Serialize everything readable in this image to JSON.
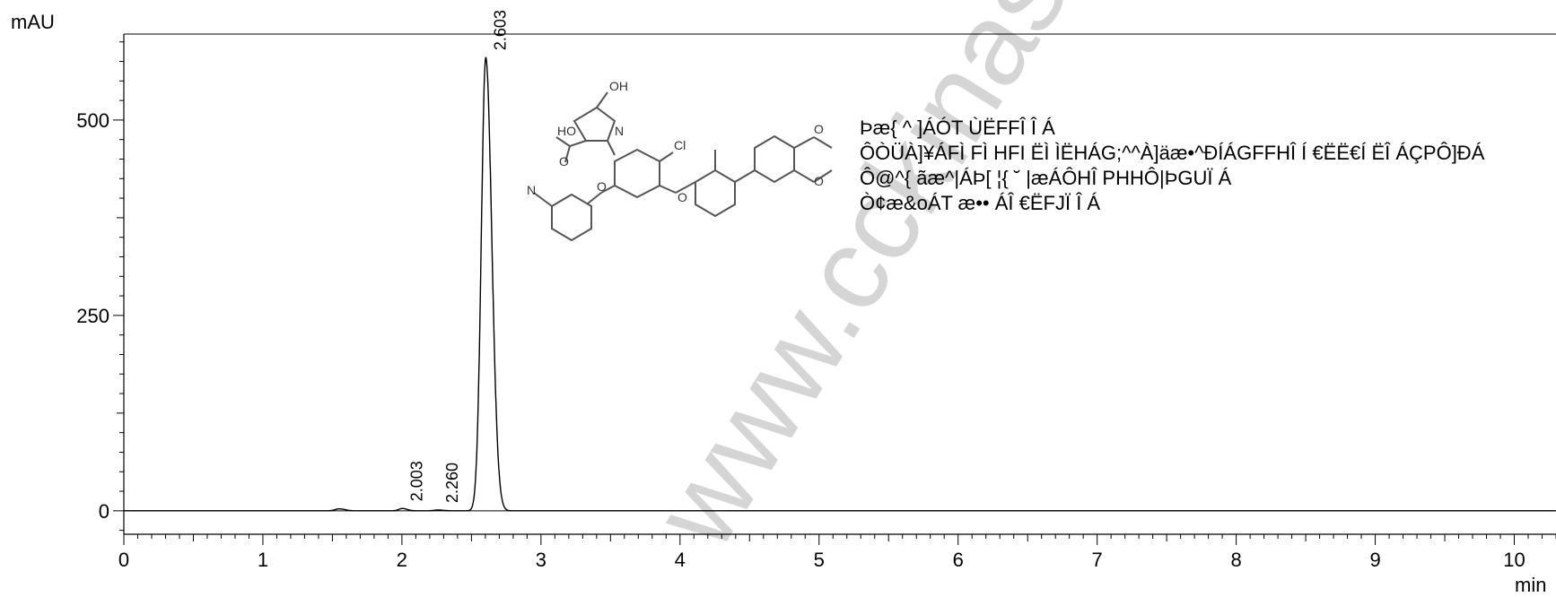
{
  "chart_data": {
    "type": "line",
    "title": "",
    "xlabel": "min",
    "ylabel": "mAU",
    "xlim": [
      0,
      10.3
    ],
    "ylim": [
      -30,
      610
    ],
    "x_ticks": [
      0,
      1,
      2,
      3,
      4,
      5,
      6,
      7,
      8,
      9,
      10
    ],
    "y_ticks": [
      0,
      250,
      500
    ],
    "grid": false,
    "baseline": 0,
    "series": [
      {
        "peaks": [
          {
            "rt": 1.55,
            "height": 2.5,
            "width": 0.03
          },
          {
            "rt": 2.003,
            "height": 3,
            "width": 0.025
          },
          {
            "rt": 2.26,
            "height": 1,
            "width": 0.03
          },
          {
            "rt": 2.603,
            "height": 580,
            "width": 0.032
          }
        ]
      }
    ],
    "peak_labels": [
      "2.003",
      "2.260",
      "2.603"
    ]
  },
  "info": {
    "lines": [
      "Þæ{ ^ ]ÁÓT ÙËFFÎ Î Á",
      "ÔÒÜÀ]¥ÁFÌ FÌ HFI ËÌ ÌËHÁG;^^À]äæ•^ÐÍÁGFFHÎ Í €ËË€Í ËÎ ÁÇPÔ]ÐÁ",
      "Ô@^{ ãæ^|ÁÞ[ ¦{ ˘ |æÁÔHÎ PHHÔ|ÞGUÏ Á",
      "Ò¢æ&oÁT æ•• ÁÎ €ËFJÏ Î Á"
    ]
  },
  "watermark": "www.cckinase.com",
  "molecule": {
    "labels": [
      "OH",
      "HO",
      "O",
      "N",
      "Cl",
      "O",
      "O",
      "N",
      "O",
      "O"
    ]
  }
}
